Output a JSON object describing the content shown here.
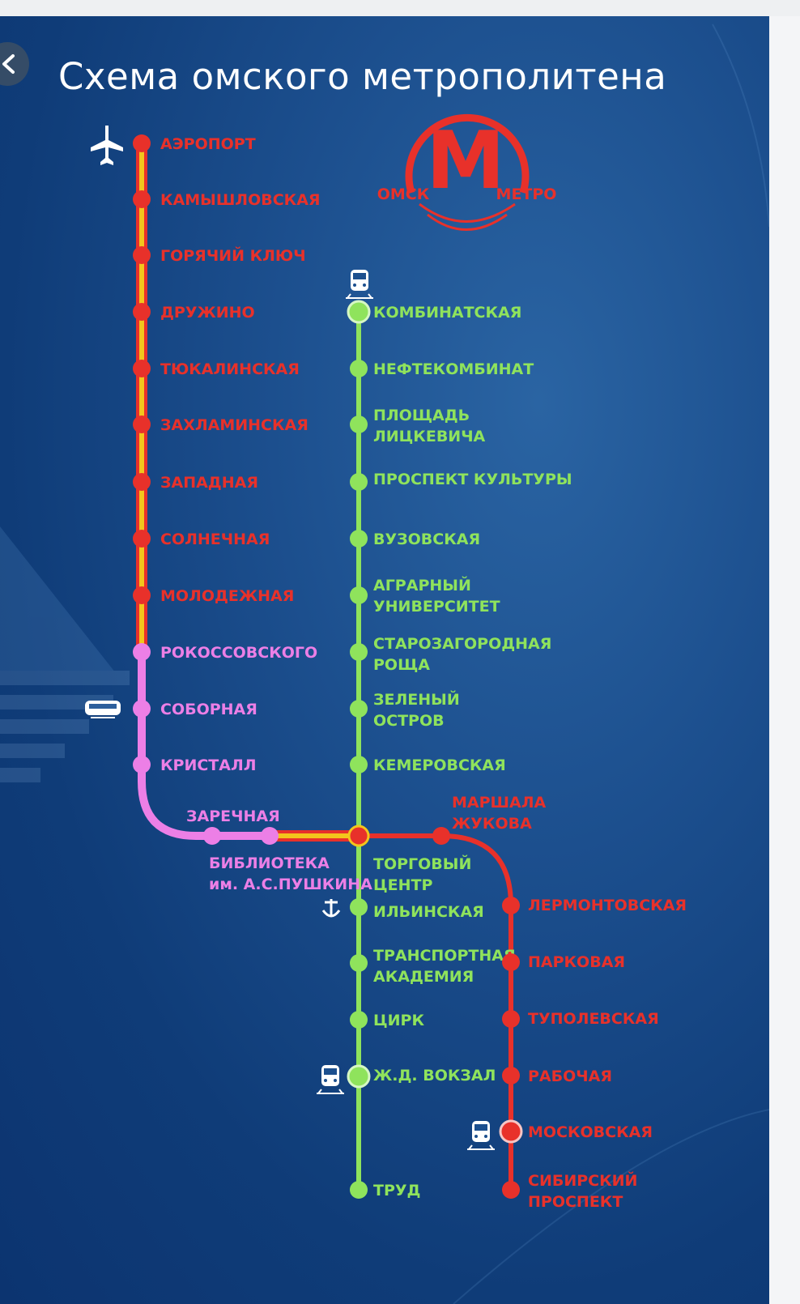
{
  "title": "Схема омского метрополитена",
  "logo": {
    "letter": "М",
    "left_text": "ОМСК",
    "right_text": "МЕТРО",
    "color": "#e8312a"
  },
  "colors": {
    "red": "#e8312a",
    "yellow": "#f3c61c",
    "green": "#8fe35c",
    "pink": "#ec7fe6",
    "background": "#1c4f8e"
  },
  "icons": {
    "airport": "airplane-icon",
    "train": "train-icon",
    "bus": "bus-icon",
    "river": "anchor-icon",
    "back": "chevron-left-icon"
  },
  "stations": {
    "aeroport": "АЭРОПОРТ",
    "kamyshlovskaya": "КАМЫШЛОВСКАЯ",
    "goryachiy_klyuch": "ГОРЯЧИЙ КЛЮЧ",
    "druzhino": "ДРУЖИНО",
    "tyukalinskaya": "ТЮКАЛИНСКАЯ",
    "zakhlaminskaya": "ЗАХЛАМИНСКАЯ",
    "zapadnaya": "ЗАПАДНАЯ",
    "solnechnaya": "СОЛНЕЧНАЯ",
    "molodezhnaya": "МОЛОДЕЖНАЯ",
    "rokossovskogo": "РОКОССОВСКОГО",
    "sobornaya": "СОБОРНАЯ",
    "kristall": "КРИСТАЛЛ",
    "zarechnaya": "ЗАРЕЧНАЯ",
    "biblioteka_1": "БИБЛИОТЕКА",
    "biblioteka_2": "им. А.С.ПУШКИНА",
    "kombinatskaya": "КОМБИНАТСКАЯ",
    "neftekombinat": "НЕФТЕКОМБИНАТ",
    "ploshchad_1": "ПЛОЩАДЬ",
    "ploshchad_2": "ЛИЦКЕВИЧА",
    "prospekt_kultury": "ПРОСПЕКТ КУЛЬТУРЫ",
    "vuzovskaya": "ВУЗОВСКАЯ",
    "agrarny_1": "АГРАРНЫЙ",
    "agrarny_2": "УНИВЕРСИТЕТ",
    "starozagorodnaya_1": "СТАРОЗАГОРОДНАЯ",
    "starozagorodnaya_2": "РОЩА",
    "zeleny_1": "ЗЕЛЕНЫЙ",
    "zeleny_2": "ОСТРОВ",
    "kemerovskaya": "КЕМЕРОВСКАЯ",
    "marshala_1": "МАРШАЛА",
    "marshala_2": "ЖУКОВА",
    "torgovy_1": "ТОРГОВЫЙ",
    "torgovy_2": "ЦЕНТР",
    "ilyinskaya": "ИЛЬИНСКАЯ",
    "transport_1": "ТРАНСПОРТНАЯ",
    "transport_2": "АКАДЕМИЯ",
    "tsirk": "ЦИРК",
    "zd_vokzal": "Ж.Д. ВОКЗАЛ",
    "trud": "ТРУД",
    "lermontovskaya": "ЛЕРМОНТОВСКАЯ",
    "parkovaya": "ПАРКОВАЯ",
    "tupolevskaya": "ТУПОЛЕВСКАЯ",
    "rabochaya": "РАБОЧАЯ",
    "moskovskaya": "МОСКОВСКАЯ",
    "sibirsky_1": "СИБИРСКИЙ",
    "sibirsky_2": "ПРОСПЕКТ"
  }
}
